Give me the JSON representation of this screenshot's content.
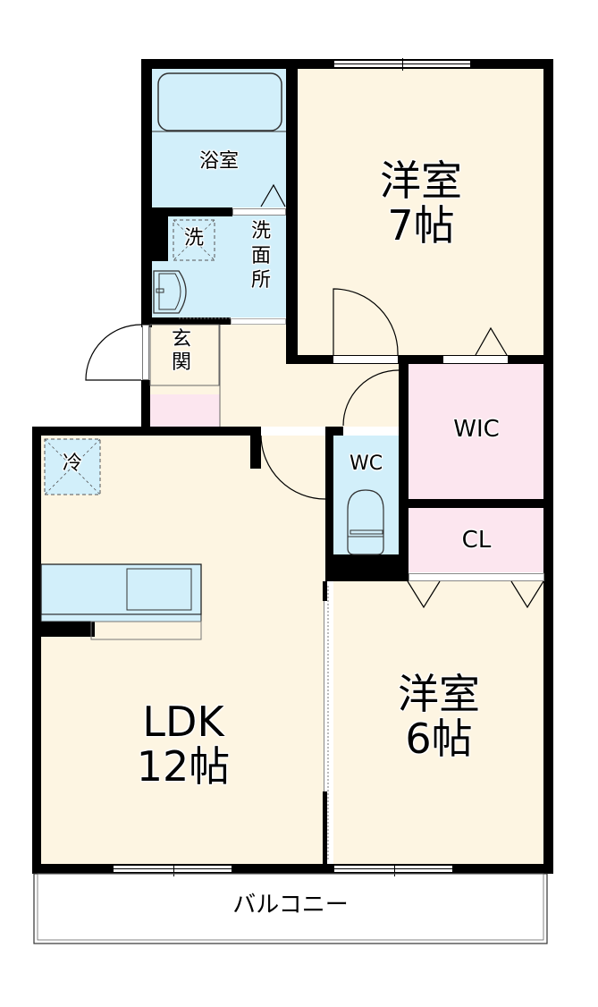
{
  "floorplan": {
    "rooms": {
      "bathroom": {
        "label": "浴室"
      },
      "western_room_1": {
        "label_line1": "洋室",
        "label_line2": "7帖"
      },
      "washroom": {
        "label": "洗面所",
        "label_v": [
          "洗",
          "面",
          "所"
        ]
      },
      "washer_space": {
        "label": "洗"
      },
      "entrance": {
        "label": "玄関",
        "label_v": [
          "玄",
          "関"
        ]
      },
      "wic": {
        "label": "WIC"
      },
      "wc": {
        "label": "WC"
      },
      "closet": {
        "label": "CL"
      },
      "ldk": {
        "label_line1": "LDK",
        "label_line2": "12帖"
      },
      "fridge_space": {
        "label": "冷"
      },
      "western_room_2": {
        "label_line1": "洋室",
        "label_line2": "6帖"
      },
      "balcony": {
        "label": "バルコニー"
      }
    },
    "colors": {
      "living": "#fdf5e2",
      "wet_area": "#d2effa",
      "storage": "#fce6ef",
      "wall": "#000000"
    }
  }
}
